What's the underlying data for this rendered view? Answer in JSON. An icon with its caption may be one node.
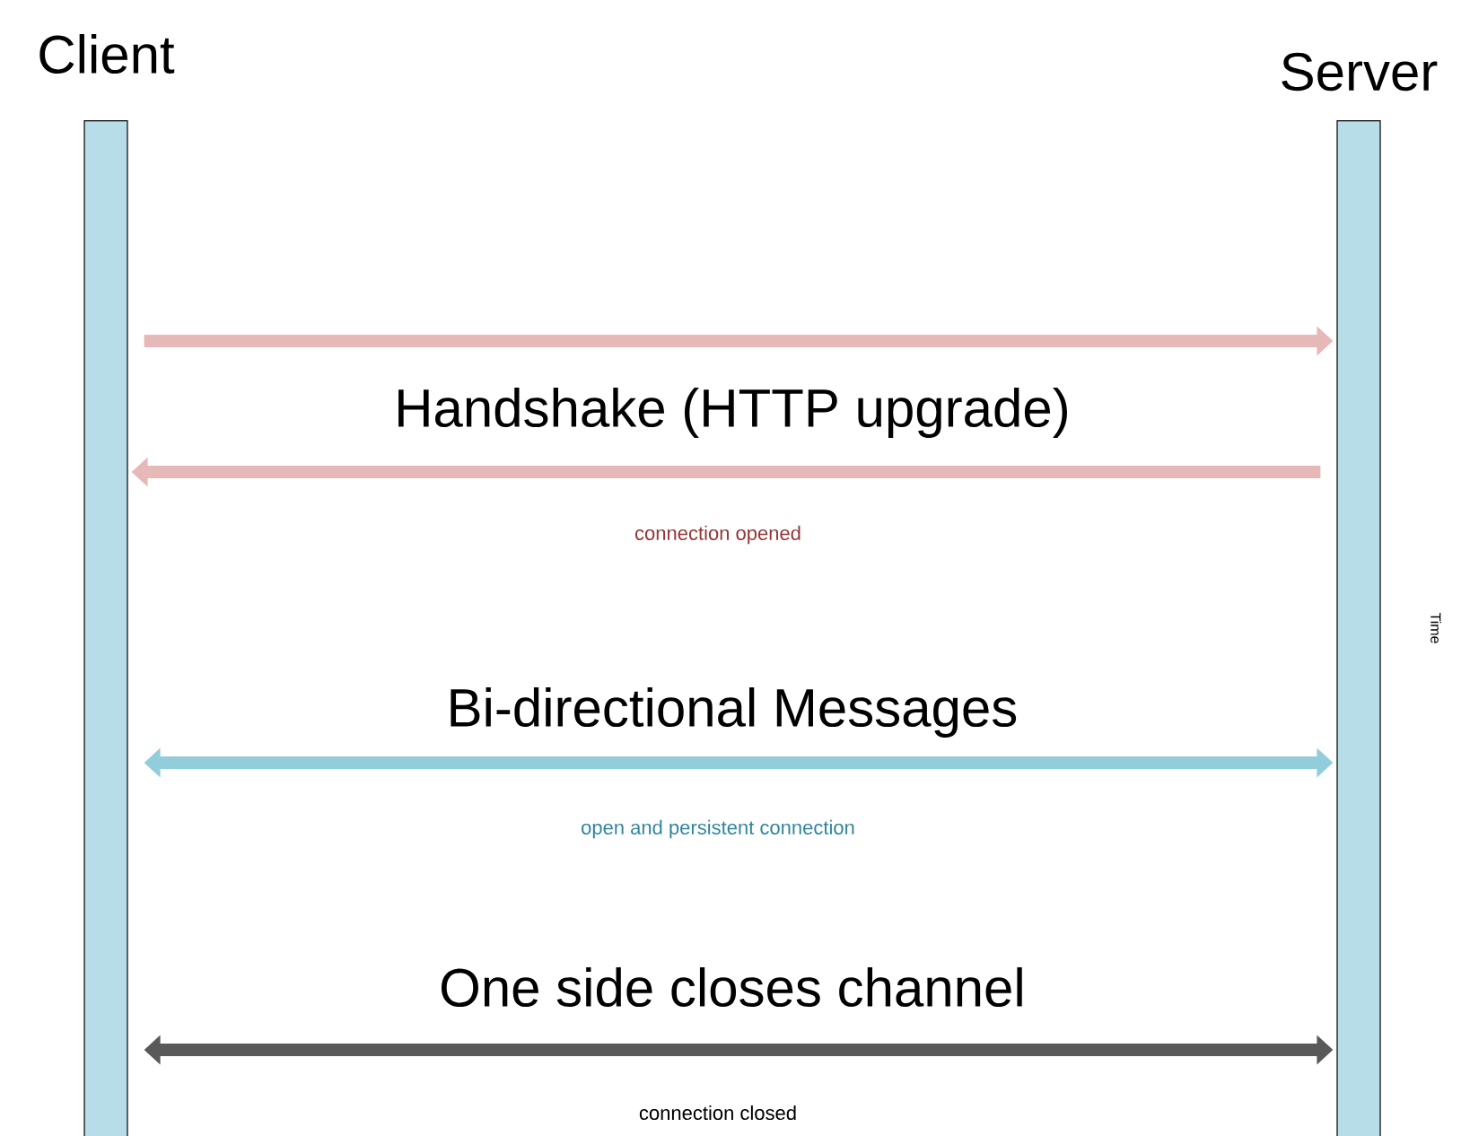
{
  "diagram": {
    "nodes": [
      {
        "text": [
          "Client"
        ]
      },
      {
        "text": [
          "Server"
        ]
      }
    ],
    "edges": [
      {
        "from": 0,
        "to": 1,
        "arrow": "to",
        "label": "Handshake (HTTP upgrade)"
      },
      {
        "from": 1,
        "to": 0,
        "arrow": "to"
      },
      {
        "from": 0,
        "to": 1,
        "arrow": "both",
        "label": "Bi-directional Messages",
        "color": "#92cddc"
      },
      {
        "from": 0,
        "to": 1,
        "arrow": "both",
        "label": "One side closes channel",
        "color": "#595959"
      }
    ],
    "labels": [
      "connection opened",
      "Time",
      "open and persistent connection",
      "connection closed"
    ]
  }
}
